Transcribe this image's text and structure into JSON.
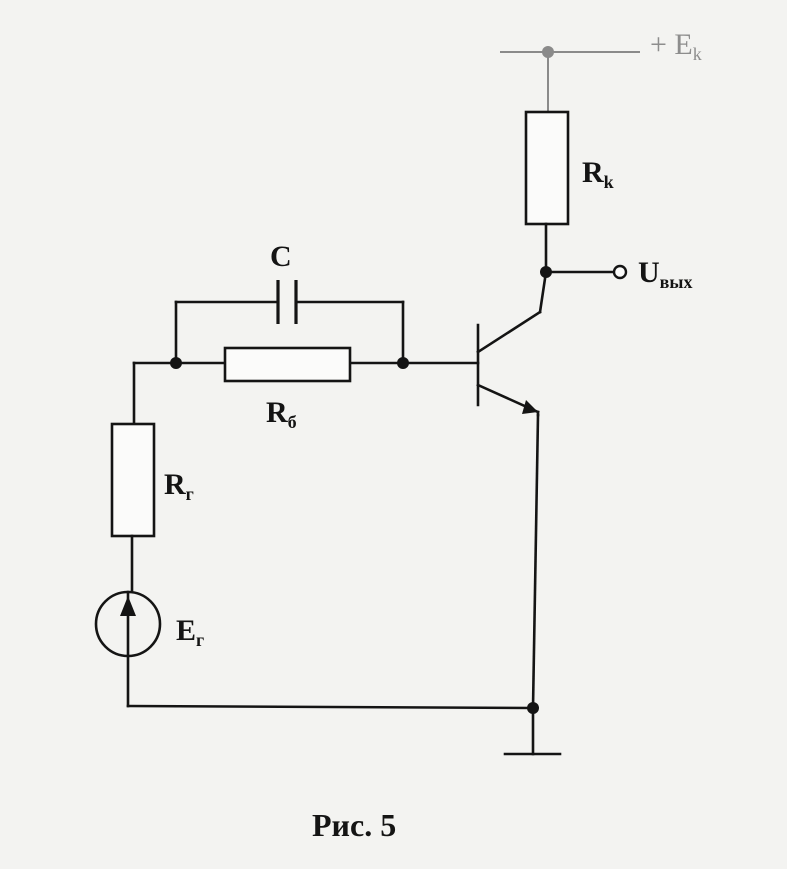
{
  "figure": {
    "caption": "Рис. 5",
    "components": {
      "supply": {
        "symbol": "E",
        "sub": "k",
        "sign": "+ "
      },
      "collector_resistor": {
        "symbol": "R",
        "sub": "k"
      },
      "output": {
        "symbol": "U",
        "sub": "вых"
      },
      "capacitor": {
        "symbol": "C"
      },
      "base_resistor": {
        "symbol": "R",
        "sub": "б"
      },
      "source_resistor": {
        "symbol": "R",
        "sub": "г"
      },
      "source": {
        "symbol": "E",
        "sub": "г"
      }
    }
  }
}
